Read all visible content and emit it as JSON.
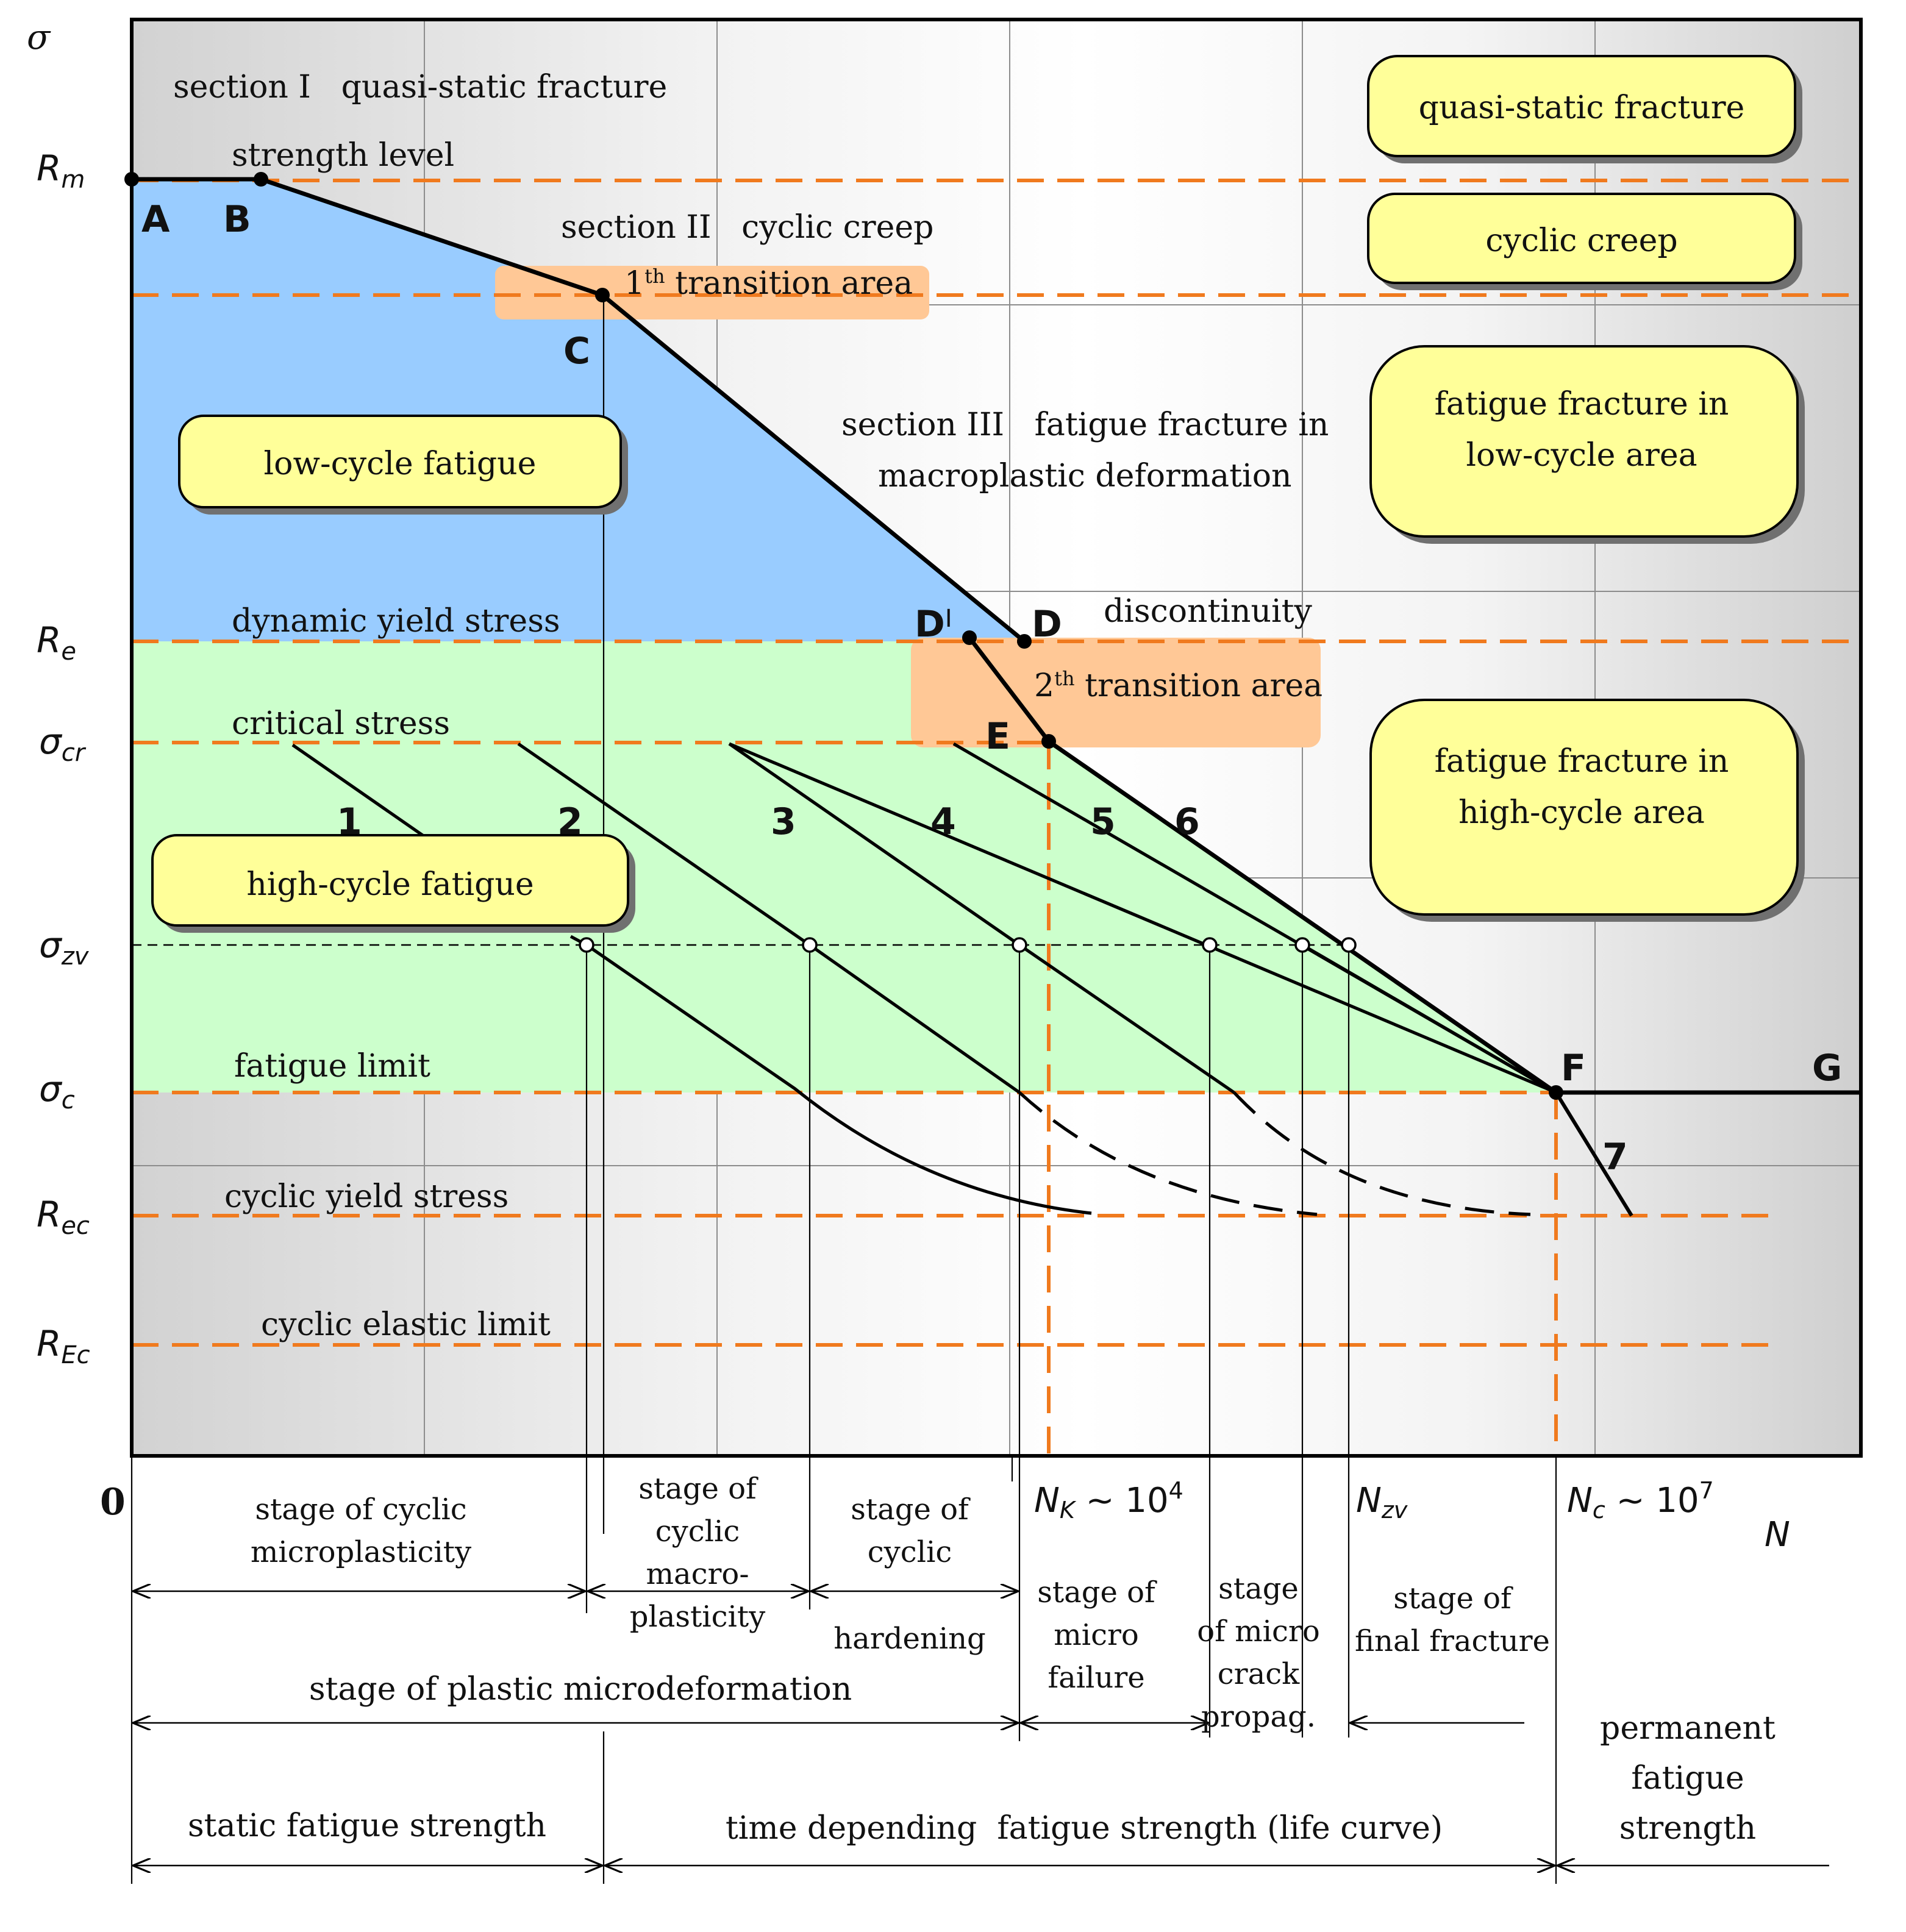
{
  "axes": {
    "y_symbol": "σ",
    "x_symbol": "N",
    "origin": "0",
    "y_levels": [
      {
        "base": "R",
        "sub": "m"
      },
      {
        "base": "R",
        "sub": "e"
      },
      {
        "base": "σ",
        "sub": "cr"
      },
      {
        "base": "σ",
        "sub": "zv"
      },
      {
        "base": "σ",
        "sub": "c"
      },
      {
        "base": "R",
        "sub": "ec"
      },
      {
        "base": "R",
        "sub": "Ec"
      }
    ],
    "x_marks": [
      {
        "base": "N",
        "sub": "K",
        "rest": " ~ 10",
        "sup": "4"
      },
      {
        "base": "N",
        "sub": "zv",
        "rest": "",
        "sup": ""
      },
      {
        "base": "N",
        "sub": "c",
        "rest": " ~ 10",
        "sup": "7"
      }
    ]
  },
  "level_labels": {
    "strength_level": "strength level",
    "dynamic_yield_stress": "dynamic yield stress",
    "critical_stress": "critical stress",
    "fatigue_limit": "fatigue limit",
    "cyclic_yield_stress": "cyclic yield stress",
    "cyclic_elastic_limit": "cyclic elastic limit"
  },
  "sections": {
    "section_1": "section I   quasi-static fracture",
    "section_2": "section II   cyclic creep",
    "section_3_line1": "section III   fatigue fracture in",
    "section_3_line2": "macroplastic deformation",
    "discontinuity": "discontinuity"
  },
  "transitions": {
    "first": {
      "num": "1",
      "sup": "th",
      "text": " transition area"
    },
    "second": {
      "num": "2",
      "sup": "th",
      "text": " transition area"
    }
  },
  "points": {
    "A": "A",
    "B": "B",
    "C": "C",
    "D_prime": "D",
    "D_prime_mark": "I",
    "D": "D",
    "E": "E",
    "F": "F",
    "G": "G"
  },
  "curve_numbers": [
    "1",
    "2",
    "3",
    "4",
    "5",
    "6",
    "7"
  ],
  "boxes": {
    "low_cycle_fatigue": "low-cycle fatigue",
    "high_cycle_fatigue": "high-cycle fatigue",
    "quasi_static_fracture": "quasi-static fracture",
    "cyclic_creep": "cyclic creep",
    "fatigue_low_1": "fatigue fracture in",
    "fatigue_low_2": "low-cycle area",
    "fatigue_high_1": "fatigue fracture in",
    "fatigue_high_2": "high-cycle area"
  },
  "stages": {
    "cyclic_microplasticity": [
      "stage of cyclic",
      "microplasticity"
    ],
    "cyclic_macroplasticity": [
      "stage of",
      "cyclic",
      "macro-",
      "plasticity"
    ],
    "cyclic_hardening": [
      "stage of",
      "cyclic",
      "hardening"
    ],
    "micro_failure": [
      "stage of",
      "micro",
      "failure"
    ],
    "micro_crack": [
      "stage",
      "of micro",
      "crack",
      "propag."
    ],
    "final_fracture": [
      "stage of",
      "final fracture"
    ],
    "plastic_microdeformation": "stage of plastic microdeformation",
    "static_fatigue_strength": "static fatigue strength",
    "time_depending": "time depending  fatigue strength (life curve)",
    "permanent": [
      "permanent",
      "fatigue",
      "strength"
    ]
  },
  "colors": {
    "orange_dash": "#f07a1e",
    "blue_region": "#99ccff",
    "green_region": "#ccffcc",
    "transition_fill": "#ffc896",
    "box_fill": "#ffff99",
    "line": "#000000"
  }
}
